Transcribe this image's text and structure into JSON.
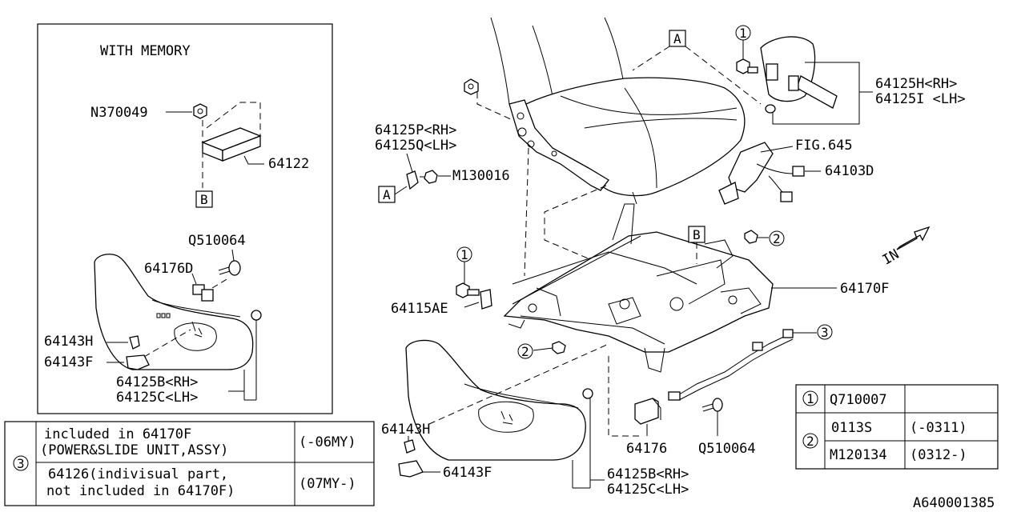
{
  "inset": {
    "title": "WITH MEMORY"
  },
  "callouts": {
    "a": "A",
    "b": "B",
    "c1": "1",
    "c2": "2",
    "c3": "3"
  },
  "labels": {
    "n370049": "N370049",
    "p64122": "64122",
    "q510064_inset": "Q510064",
    "p64176d": "64176D",
    "p64143h_inset": "64143H",
    "p64143f_inset": "64143F",
    "p64125b_inset": "64125B<RH>",
    "p64125c_inset": "64125C<LH>",
    "p64125p": "64125P<RH>",
    "p64125q": "64125Q<LH>",
    "m130016": "M130016",
    "p64125h": "64125H<RH>",
    "p64125i": "64125I <LH>",
    "fig645": "FIG.645",
    "p64103d": "64103D",
    "p64170f": "64170F",
    "p64115ae": "64115AE",
    "p64143h": "64143H",
    "p64143f": "64143F",
    "p64125b": "64125B<RH>",
    "p64125c": "64125C<LH>",
    "p64176": "64176",
    "q510064": "Q510064",
    "in_arrow": "IN"
  },
  "note_table": {
    "circle": "3",
    "rows": [
      {
        "desc1": "included in 64170F",
        "desc2": "(POWER&SLIDE UNIT,ASSY)",
        "range": "(-06MY)"
      },
      {
        "desc1": "64126(indivisual part,",
        "desc2": "not included in 64170F)",
        "range": "(07MY-)"
      }
    ]
  },
  "parts_table": {
    "rows": [
      {
        "circle": "1",
        "part": "Q710007",
        "range": ""
      },
      {
        "circle": "2",
        "part": "0113S",
        "range": "(-0311)"
      },
      {
        "circle": "",
        "part": "M120134",
        "range": "(0312-)"
      }
    ]
  },
  "diagram_code": "A640001385"
}
